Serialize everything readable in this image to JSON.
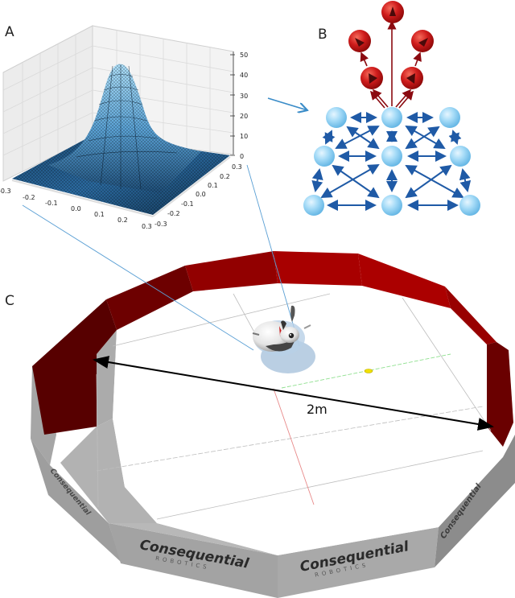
{
  "figure": {
    "panels": [
      {
        "id": "A",
        "label": "A",
        "description": "3D Gaussian surface plot"
      },
      {
        "id": "B",
        "label": "B",
        "description": "Network of place-cell nodes (blue) projecting to head-direction output nodes (red)"
      },
      {
        "id": "C",
        "label": "C",
        "description": "Simulated circular arena with MiRo robot"
      }
    ]
  },
  "panel_a": {
    "label": "A",
    "z_ticks": [
      "50",
      "40",
      "30",
      "20",
      "10",
      "0"
    ],
    "x_ticks": [
      "-0.3",
      "-0.2",
      "-0.1",
      "0.0",
      "0.1",
      "0.2",
      "0.3"
    ],
    "y_ticks": [
      "0.3",
      "0.2",
      "0.1",
      "0.0",
      "-0.1",
      "-0.2",
      "-0.3"
    ],
    "surface_color": "#5ba3d6",
    "peak_value": 45
  },
  "panel_b": {
    "label": "B",
    "place_cell_color": "#8fd0f2",
    "output_cell_color": "#c8171c",
    "edge_color": "#1f5aa6",
    "output_edge_color": "#8b0a10",
    "grid_rows": 3,
    "grid_cols": 3,
    "output_nodes": 5
  },
  "panel_c": {
    "label": "C",
    "dimension_label": "2m",
    "wall_color_top": "#a80000",
    "wall_color_outer": "#a8a8a8",
    "brand_text": "Consequential",
    "brand_sub": "ROBOTICS",
    "robot": "MiRo"
  },
  "chart_data": {
    "type": "surface",
    "title": "",
    "xlabel": "",
    "ylabel": "",
    "zlabel": "",
    "x_range": [
      -0.3,
      0.3
    ],
    "y_range": [
      -0.3,
      0.3
    ],
    "z_range": [
      0,
      50
    ],
    "x_ticks": [
      -0.3,
      -0.2,
      -0.1,
      0.0,
      0.1,
      0.2,
      0.3
    ],
    "y_ticks": [
      -0.3,
      -0.2,
      -0.1,
      0.0,
      0.1,
      0.2,
      0.3
    ],
    "z_ticks": [
      0,
      10,
      20,
      30,
      40,
      50
    ],
    "function": "2D Gaussian centered at (0,0)",
    "peak": {
      "x": 0.0,
      "y": 0.0,
      "z": 45
    },
    "grid": true
  }
}
